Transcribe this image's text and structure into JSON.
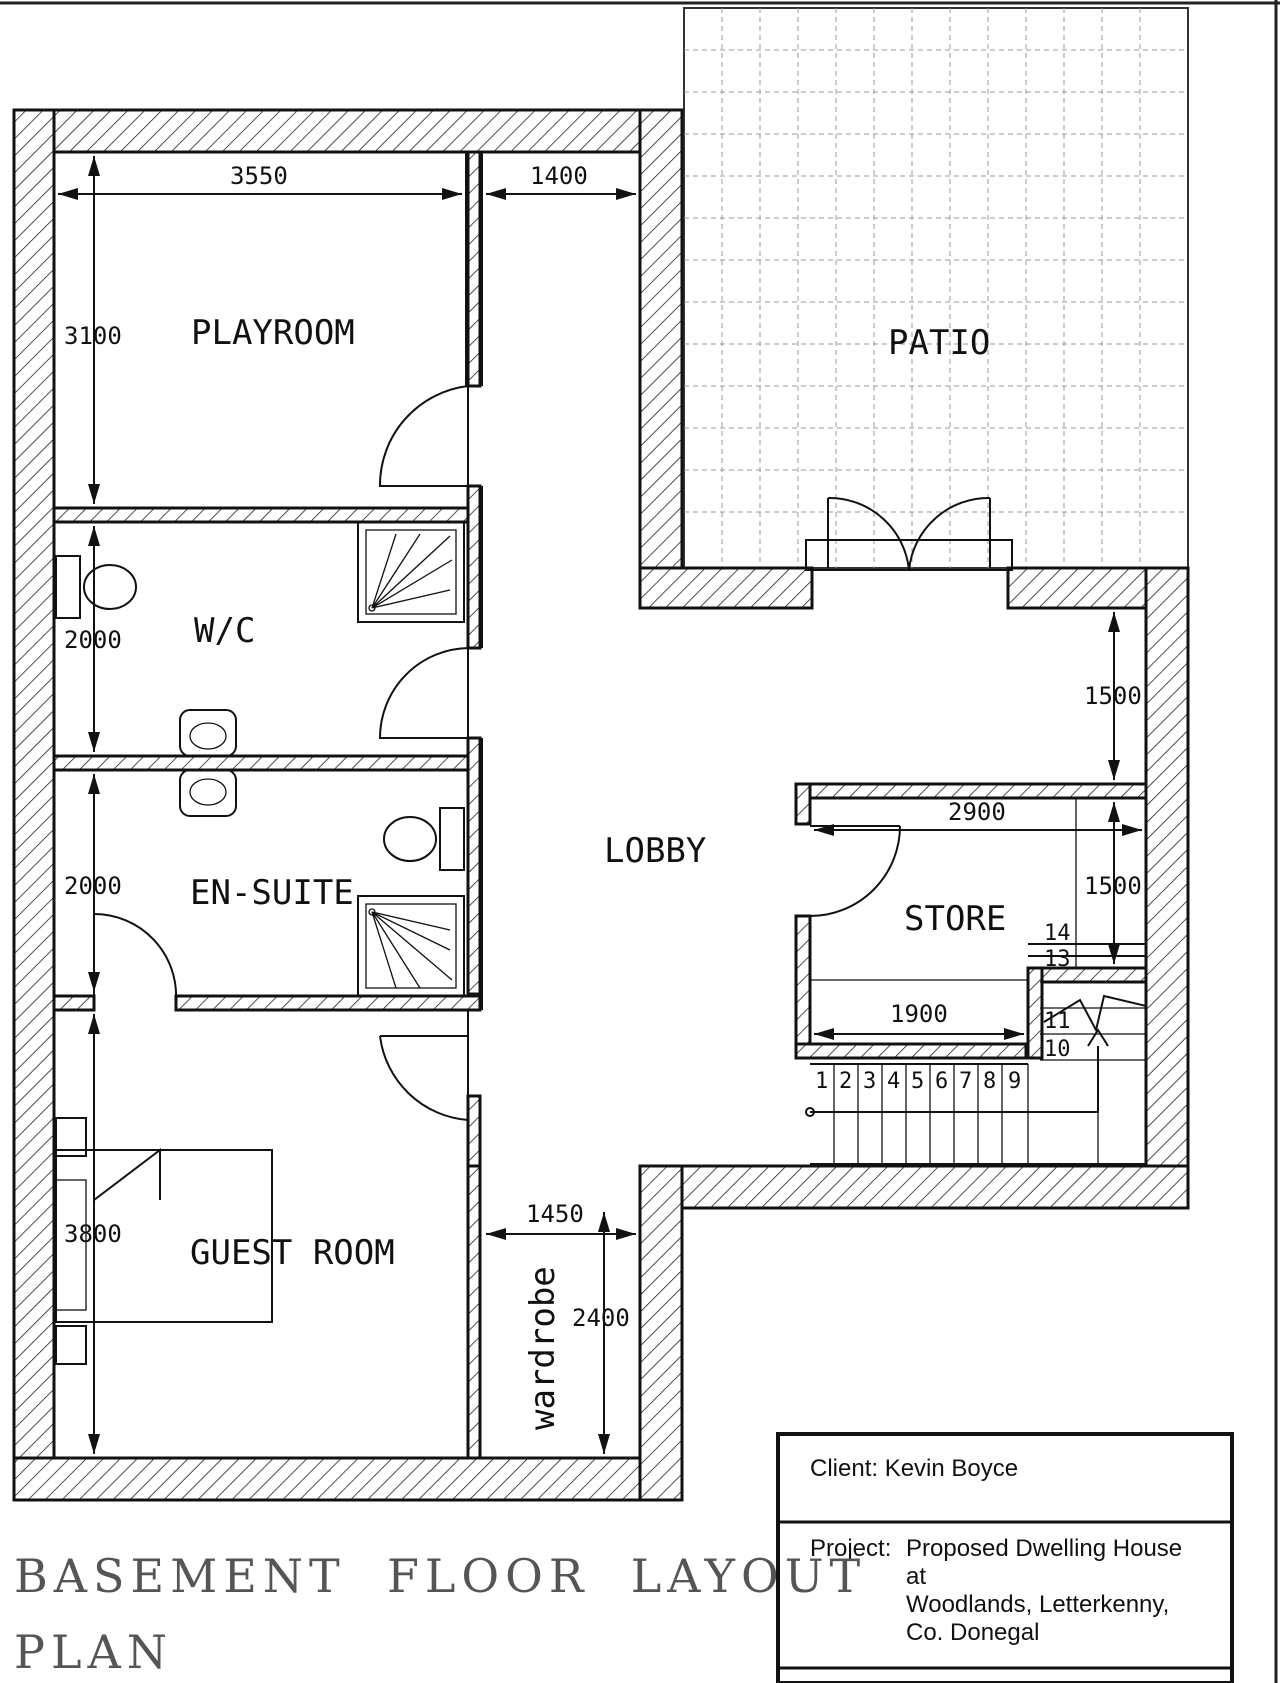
{
  "rooms": {
    "playroom": "PLAYROOM",
    "patio": "PATIO",
    "wc": "W/C",
    "lobby": "LOBBY",
    "ensuite": "EN-SUITE",
    "store": "STORE",
    "guest_room": "GUEST ROOM",
    "wardrobe": "wardrobe"
  },
  "dimensions": {
    "playroom_width": "3550",
    "corridor_width": "1400",
    "playroom_depth": "3100",
    "wc_depth": "2000",
    "ensuite_depth": "2000",
    "lobby_gap": "1500",
    "store_width": "2900",
    "store_depth": "1500",
    "store_inner_width": "1900",
    "guest_depth": "3800",
    "wardrobe_width": "1450",
    "wardrobe_depth": "2400"
  },
  "stairs": {
    "steps": [
      "1",
      "2",
      "3",
      "4",
      "5",
      "6",
      "7",
      "8",
      "9"
    ],
    "upper_steps": [
      "10",
      "11",
      "13",
      "14"
    ]
  },
  "title_block": {
    "client": "Client: Kevin Boyce",
    "project_label": "Project:",
    "project_line1": "Proposed Dwelling House",
    "project_line2": "at",
    "project_line3": "Woodlands, Letterkenny,",
    "project_line4": "Co. Donegal"
  },
  "drawing_title": {
    "line1": "BASEMENT  FLOOR  LAYOUT",
    "line2": "PLAN"
  }
}
